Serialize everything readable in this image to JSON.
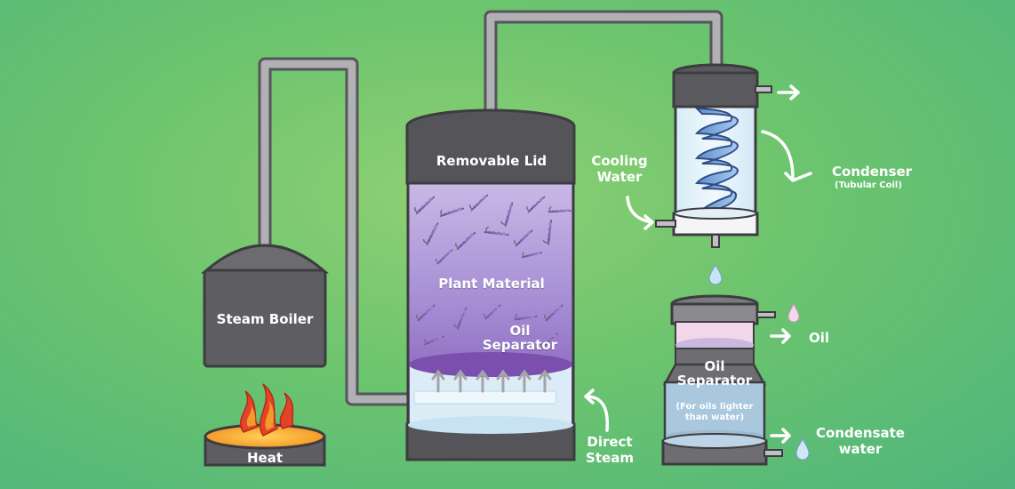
{
  "labels": {
    "steam_boiler": "Steam Boiler",
    "heat": "Heat",
    "removable_lid": "Removable Lid",
    "plant_material": "Plant Material",
    "oil_separator_in_still": "Oil Separator",
    "direct_steam": "Direct Steam",
    "cooling_water": "Cooling Water",
    "condenser": "Condenser",
    "condenser_note": "(Tubular Coil)",
    "oil": "Oil",
    "oil_separator": "Oil Separator",
    "separator_note": "(For oils lighter than water)",
    "condensate_water": "Condensate water"
  },
  "colors": {
    "background": "#6cc46e",
    "vessel_gray": "#5b5b5e",
    "pipe_gray": "#a9a9ad",
    "plant_purple": "#8a66b8",
    "water_blue": "#c9e4f4",
    "flame_red": "#e3432a",
    "flame_orange": "#f39a2b",
    "oil_pink": "#f2d6ea"
  },
  "icons": [
    "lavender-sprig-icon",
    "flame-icon",
    "arrow-right-icon",
    "droplet-icon",
    "up-arrow-icon"
  ]
}
